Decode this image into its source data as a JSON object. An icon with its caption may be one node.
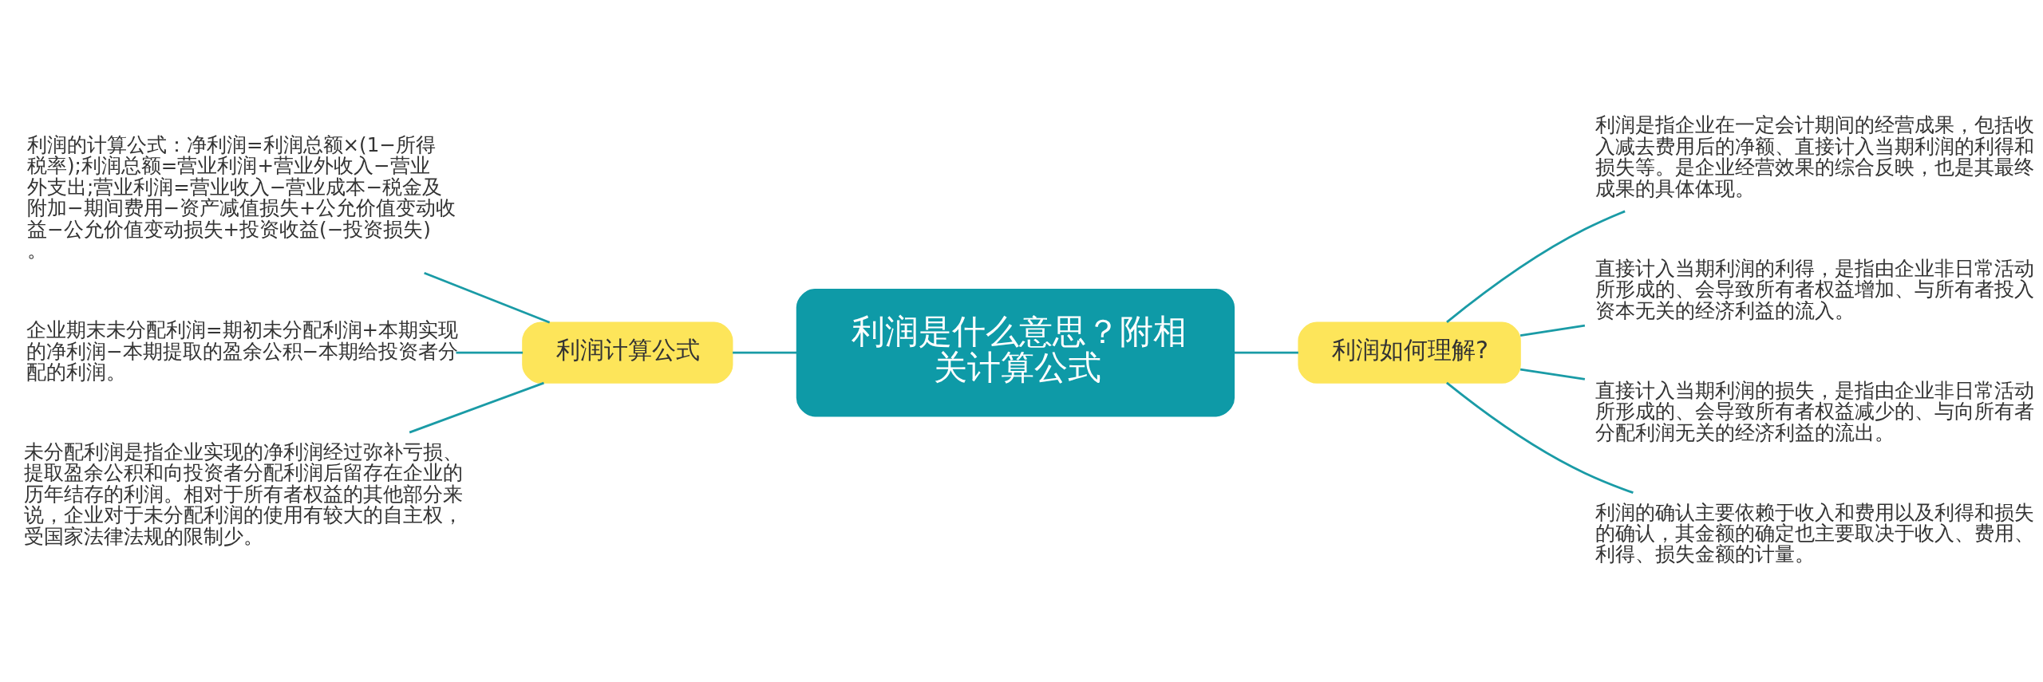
{
  "diagram": {
    "nodes": [
      {
        "text": [
          "利润是什么意思？附相关计算公式"
        ]
      },
      {
        "text": [
          "利润计算公式"
        ]
      },
      {
        "text": [
          "利润的计算公式：净利润=利润总额×(1−所得税率);利润总额=营业利润+营业外收入−营业外支出;营业利润=营业收入−营业成本−税金及附加−期间费用−资产减值损失+公允价值变动收益−公允价值变动损失+投资收益(−投资损失)。"
        ]
      },
      {
        "text": [
          "企业期末未分配利润=期初未分配利润+本期实现的净利润−本期提取的盈余公积−本期给投资者分配的利润。"
        ]
      },
      {
        "text": [
          "未分配利润是指企业实现的净利润经过弥补亏损、提取盈余公积和向投资者分配利润后留存在企业的历年结存的利润。相对于所有者权益的其他部分来说，企业对于未分配利润的使用有较大的自主权，受国家法律法规的限制少。"
        ]
      },
      {
        "text": [
          "利润如何理解?"
        ]
      },
      {
        "text": [
          "利润是指企业在一定会计期间的经营成果，包括收入减去费用后的净额、直接计入当期利润的利得和损失等。是企业经营效果的综合反映，也是其最终成果的具体体现。"
        ]
      },
      {
        "text": [
          "直接计入当期利润的利得，是指由企业非日常活动所形成的、会导致所有者权益增加、与所有者投入资本无关的经济利益的流入。"
        ]
      },
      {
        "text": [
          "直接计入当期利润的损失，是指由企业非日常活动所形成的、会导致所有者权益减少的、与向所有者分配利润无关的经济利益的流出。"
        ]
      },
      {
        "text": [
          "利润的确认主要依赖于收入和费用以及利得和损失的确认，其金额的确定也主要取决于收入、费用、利得、损失金额的计量。"
        ]
      }
    ],
    "edges": [
      {
        "from": 0,
        "to": 1,
        "arrow": "none"
      },
      {
        "from": 1,
        "to": 2,
        "arrow": "none"
      },
      {
        "from": 1,
        "to": 3,
        "arrow": "none"
      },
      {
        "from": 1,
        "to": 4,
        "arrow": "none"
      },
      {
        "from": 0,
        "to": 5,
        "arrow": "none"
      },
      {
        "from": 5,
        "to": 6,
        "arrow": "none"
      },
      {
        "from": 5,
        "to": 7,
        "arrow": "none"
      },
      {
        "from": 5,
        "to": 8,
        "arrow": "none"
      },
      {
        "from": 5,
        "to": 9,
        "arrow": "none"
      }
    ]
  }
}
